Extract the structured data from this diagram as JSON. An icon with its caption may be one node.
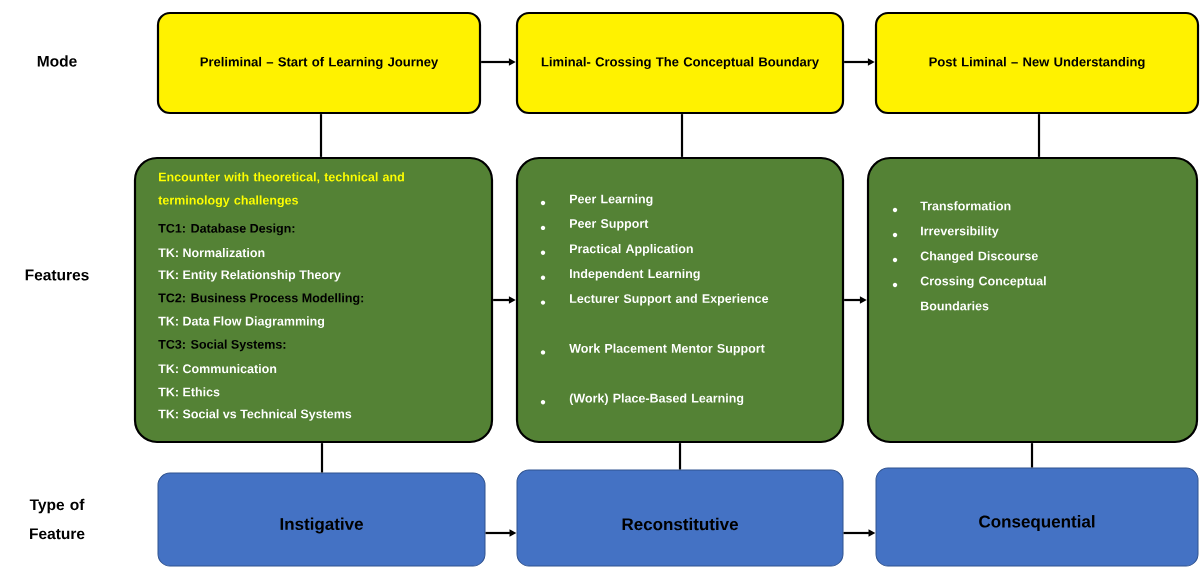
{
  "diagram": {
    "nodes": [
      {
        "text": [
          "Preliminal – Start of Learning Journey"
        ]
      },
      {
        "text": [
          "Liminal- Crossing The Conceptual Boundary"
        ]
      },
      {
        "text": [
          "Post Liminal – New Understanding"
        ]
      },
      {
        "text": [
          "Encounter with theoretical, technical and terminology challenges",
          "TC1: Database Design:",
          "TK: Normalization",
          "TK: Entity Relationship Theory",
          "TC2: Business Process Modelling:",
          "TK: Data Flow Diagramming",
          "TC3: Social Systems:",
          "TK: Communication",
          "TK: Ethics",
          "TK: Social vs Technical Systems"
        ]
      },
      {
        "text": [
          "Peer Learning",
          "Peer Support",
          "Practical Application",
          "Independent Learning",
          "Lecturer Support and Experience",
          "Work Placement Mentor Support",
          "(Work) Place-Based Learning"
        ]
      },
      {
        "text": [
          "Transformation",
          "Irreversibility",
          "Changed Discourse",
          "Crossing Conceptual Boundaries"
        ]
      },
      {
        "text": [
          "Instigative"
        ]
      },
      {
        "text": [
          "Reconstitutive"
        ]
      },
      {
        "text": [
          "Consequential"
        ]
      }
    ],
    "edges": [
      {
        "from": 0,
        "to": 1,
        "arrow": "to"
      },
      {
        "from": 1,
        "to": 2,
        "arrow": "to"
      },
      {
        "from": 3,
        "to": 4,
        "arrow": "to"
      },
      {
        "from": 4,
        "to": 5,
        "arrow": "to"
      },
      {
        "from": 6,
        "to": 7,
        "arrow": "to"
      },
      {
        "from": 7,
        "to": 8,
        "arrow": "to"
      },
      {
        "from": 0,
        "to": 3,
        "arrow": "none"
      },
      {
        "from": 3,
        "to": 6,
        "arrow": "none"
      },
      {
        "from": 1,
        "to": 4,
        "arrow": "none"
      },
      {
        "from": 4,
        "to": 7,
        "arrow": "none"
      },
      {
        "from": 2,
        "to": 5,
        "arrow": "none"
      },
      {
        "from": 5,
        "to": 8,
        "arrow": "none"
      }
    ],
    "labels": [
      "Mode",
      "Features",
      "Type of Feature"
    ]
  }
}
